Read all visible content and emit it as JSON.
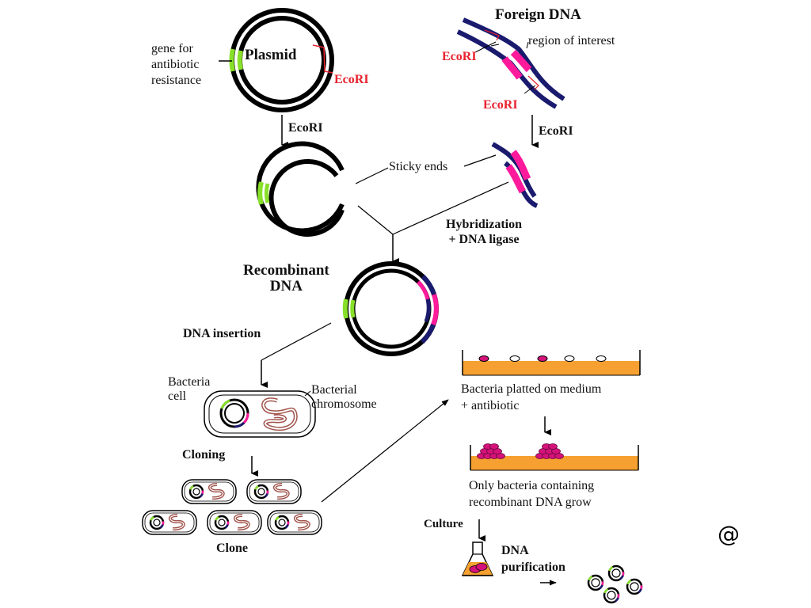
{
  "diagram": {
    "title": "Recombinant DNA cloning process",
    "colors": {
      "strand": "#000000",
      "foreign_strand": "#1a1a6e",
      "region_of_interest": "#ff1a9c",
      "antibiotic_gene": "#88e02a",
      "ecori_label": "#e8222e",
      "medium": "#f5a030",
      "chromosome": "#a0524a"
    },
    "plasmid": {
      "title": "Plasmid",
      "gene_label": "gene for\nantibiotic\nresistance",
      "site_label": "EcoRI"
    },
    "foreign_dna": {
      "title": "Foreign DNA",
      "region_label": "region of interest",
      "site_label_1": "EcoRI",
      "site_label_2": "EcoRI"
    },
    "steps": {
      "cut_plasmid": "EcoRI",
      "cut_foreign": "EcoRI",
      "sticky_ends": "Sticky ends",
      "hybridization": "Hybridization\n+ DNA ligase",
      "recombinant": "Recombinant\nDNA",
      "insertion": "DNA insertion",
      "bacteria_cell": "Bacteria\ncell",
      "bacterial_chromosome": "Bacterial\nchromosome",
      "cloning": "Cloning",
      "clone": "Clone",
      "plated": "Bacteria platted on medium\n+ antibiotic",
      "only_grow": "Only bacteria containing\nrecombinant DNA grow",
      "culture": "Culture",
      "purification": "DNA\npurification"
    },
    "footer_symbol": "@"
  }
}
